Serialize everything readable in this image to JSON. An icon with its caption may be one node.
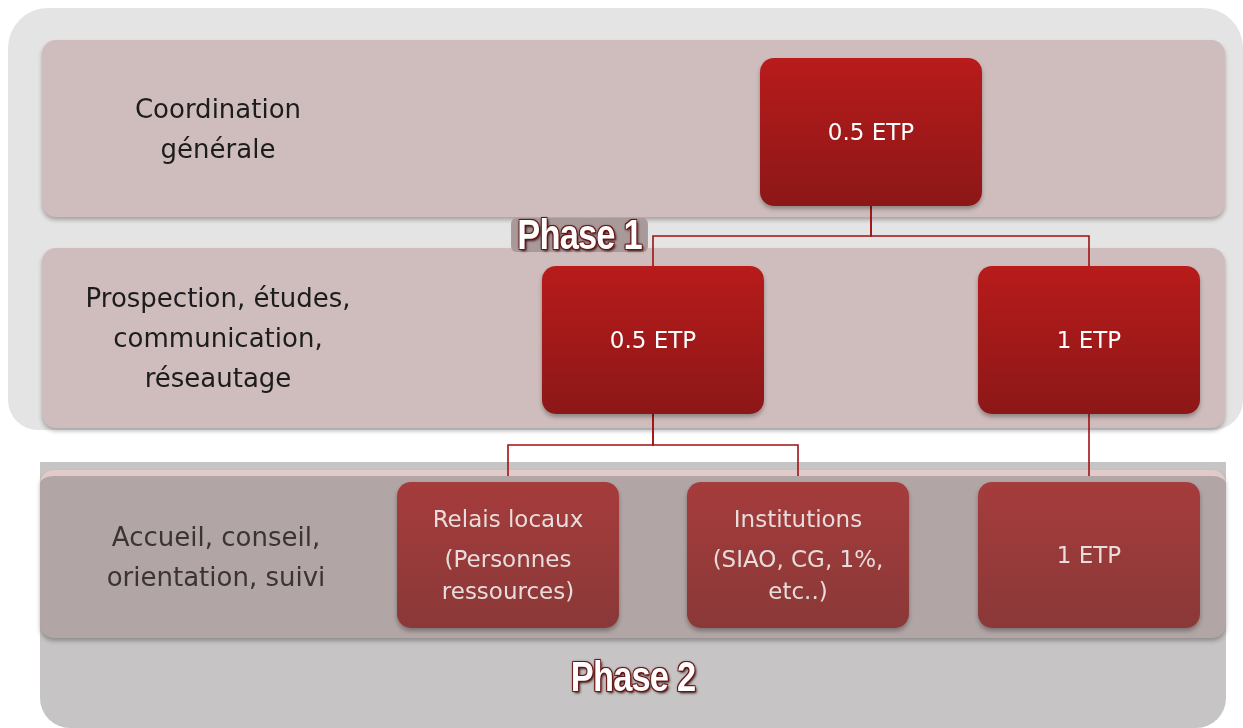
{
  "diagram": {
    "nodes": [
      {
        "text": [
          "Phase 1"
        ]
      },
      {
        "text": [
          "Coordination générale"
        ],
        "in": 0
      },
      {
        "text": [
          "0.5 ETP"
        ],
        "in": 1
      },
      {
        "text": [
          "Prospection, études, communication, réseautage"
        ],
        "in": 0
      },
      {
        "text": [
          "0.5 ETP"
        ],
        "in": 3
      },
      {
        "text": [
          "1 ETP"
        ],
        "in": 3
      },
      {
        "text": [
          "Phase 2"
        ]
      },
      {
        "text": [
          "Accueil, conseil, orientation, suivi"
        ],
        "in": 6
      },
      {
        "text": [
          "Relais locaux",
          "(Personnes ressources)"
        ],
        "in": 7
      },
      {
        "text": [
          "Institutions",
          "(SIAO, CG, 1%, etc..)"
        ],
        "in": 7
      },
      {
        "text": [
          "1 ETP"
        ],
        "in": 7
      }
    ],
    "edges": [
      {
        "from": 2,
        "to": 4,
        "arrow": "none"
      },
      {
        "from": 2,
        "to": 5,
        "arrow": "none"
      },
      {
        "from": 4,
        "to": 8,
        "arrow": "none"
      },
      {
        "from": 4,
        "to": 9,
        "arrow": "none"
      },
      {
        "from": 5,
        "to": 10,
        "arrow": "none"
      }
    ]
  }
}
